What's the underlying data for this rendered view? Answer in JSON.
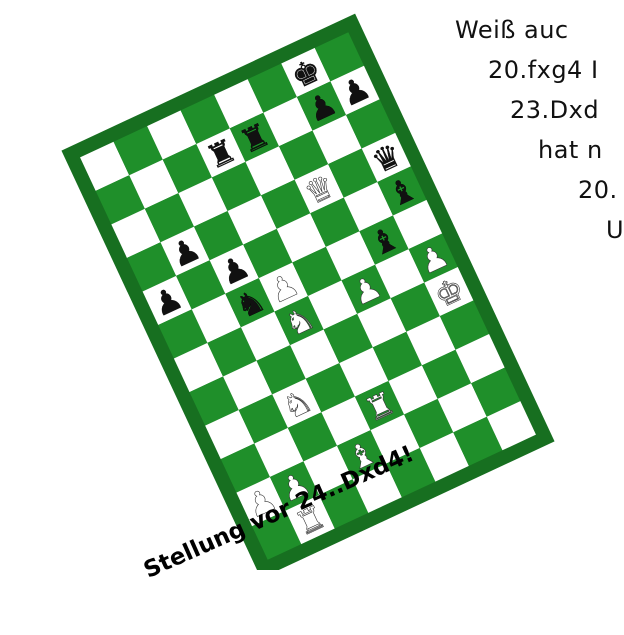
{
  "text_lines": [
    "Weiß auc",
    "20.fxg4 I",
    "23.Dxd",
    "hat n",
    "20.",
    "U"
  ],
  "board": {
    "light_color": "#ffffff",
    "dark_color": "#1f8f2a",
    "frame_color": "#176f20",
    "rows": [
      [
        "",
        "",
        "",
        "",
        "",
        "",
        "k",
        ""
      ],
      [
        "",
        "",
        "",
        "r",
        "r",
        "",
        "p",
        "p"
      ],
      [
        "",
        "",
        "",
        "",
        "",
        "",
        "",
        ""
      ],
      [
        "",
        "p",
        "",
        "",
        "",
        "Q",
        "",
        "q"
      ],
      [
        "p",
        "",
        "p",
        "",
        "",
        "",
        "",
        "b"
      ],
      [
        "",
        "",
        "n",
        "P",
        "",
        "",
        "b",
        ""
      ],
      [
        "",
        "",
        "",
        "N",
        "",
        "P",
        "",
        "P"
      ],
      [
        "",
        "",
        "",
        "",
        "",
        "",
        "",
        "K"
      ],
      [
        "",
        "",
        "N",
        "",
        "",
        "",
        "",
        ""
      ],
      [
        "",
        "",
        "",
        "",
        "R",
        "",
        "",
        ""
      ],
      [
        "P",
        "P",
        "",
        "B",
        "",
        "",
        "",
        ""
      ],
      [
        "",
        "R",
        "",
        "",
        "",
        "",
        "",
        ""
      ]
    ]
  },
  "caption": "Stellung vor 24..Dxd4!"
}
